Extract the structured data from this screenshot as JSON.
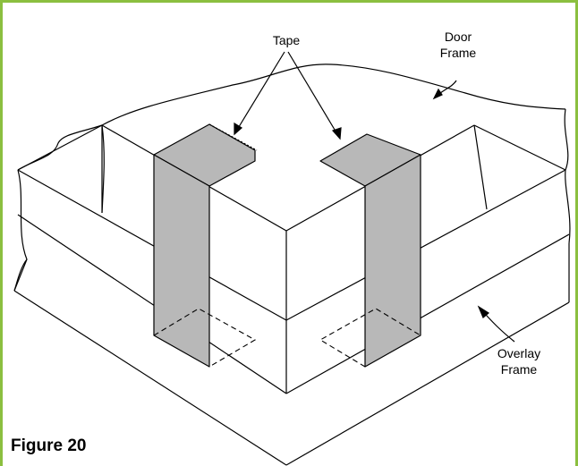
{
  "figure": {
    "caption": "Figure 20",
    "labels": {
      "tape": "Tape",
      "door_frame_1": "Door",
      "door_frame_2": "Frame",
      "overlay_frame_1": "Overlay",
      "overlay_frame_2": "Frame"
    },
    "colors": {
      "border": "#8bbf3f",
      "tape_fill": "#b8b8b8",
      "line": "#000000"
    }
  }
}
